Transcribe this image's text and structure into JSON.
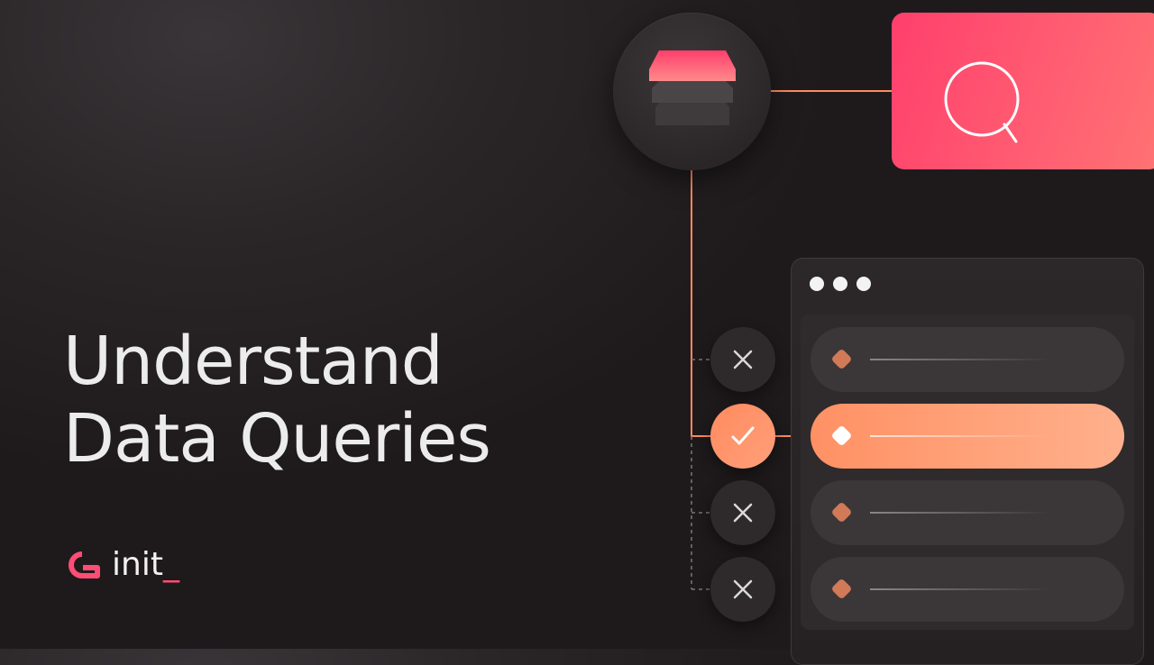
{
  "title": {
    "line1": "Understand",
    "line2": "Data Queries"
  },
  "brand": {
    "name": "init",
    "cursor": "_"
  },
  "icons": {
    "database": "database-icon",
    "search": "search-icon",
    "check": "check-icon",
    "close": "close-icon",
    "brand_logo": "init-logo-icon"
  },
  "colors": {
    "accent_pink": "#ff4d75",
    "accent_orange": "#ff9164",
    "background": "#231f21",
    "text": "#ececec"
  },
  "results_panel": {
    "window_dots": 3,
    "rows": [
      {
        "status": "rejected",
        "active": false
      },
      {
        "status": "matched",
        "active": true
      },
      {
        "status": "rejected",
        "active": false
      },
      {
        "status": "rejected",
        "active": false
      }
    ]
  }
}
